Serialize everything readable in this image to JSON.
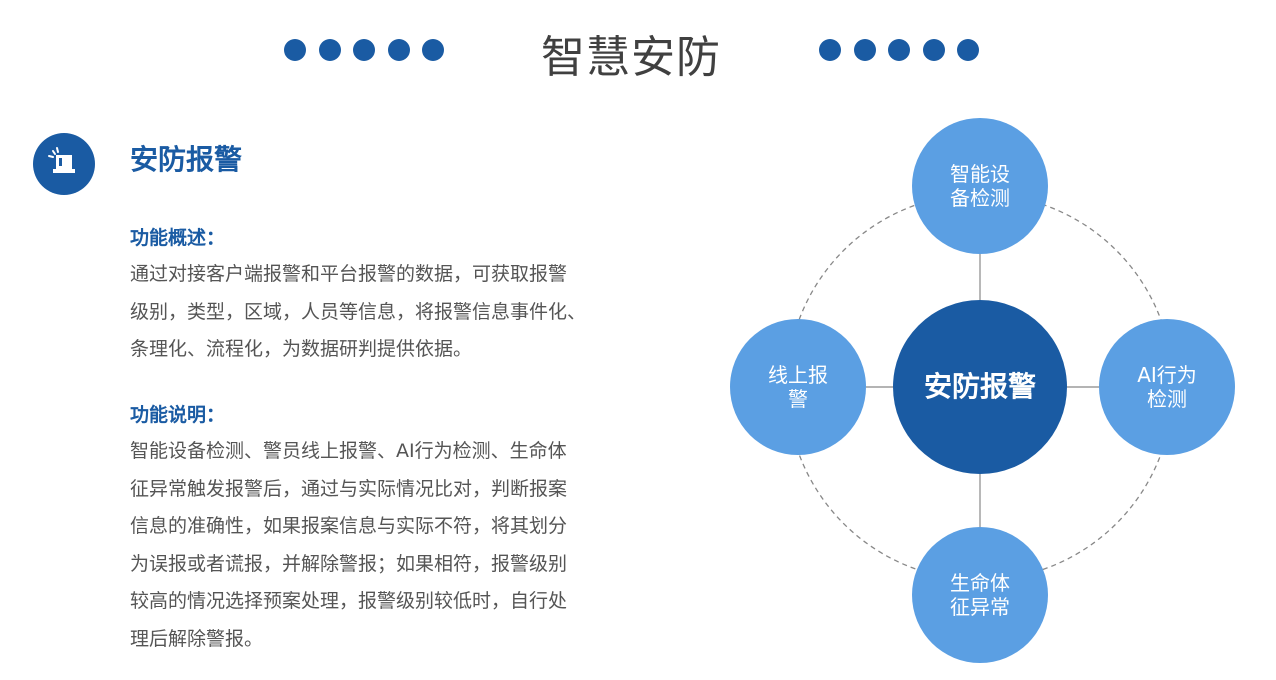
{
  "header": {
    "title": "智慧安防"
  },
  "section": {
    "icon": "alarm-siren-icon",
    "title": "安防报警",
    "overview_heading": "功能概述：",
    "overview_lines": [
      "通过对接客户端报警和平台报警的数据，可获取报警",
      "级别，类型，区域，人员等信息，将报警信息事件化、",
      "条理化、流程化，为数据研判提供依据。"
    ],
    "description_heading": "功能说明：",
    "description_lines": [
      "智能设备检测、警员线上报警、AI行为检测、生命体",
      "征异常触发报警后，通过与实际情况比对，判断报案",
      "信息的准确性，如果报案信息与实际不符，将其划分",
      "为误报或者谎报，并解除警报；如果相符，报警级别",
      "较高的情况选择预案处理，报警级别较低时，自行处",
      "理后解除警报。"
    ]
  },
  "diagram": {
    "center": "安防报警",
    "top": "智能设备检测",
    "left": "线上报警",
    "right": "AI行为检测",
    "bottom": "生命体征异常"
  },
  "colors": {
    "primary": "#1a5ba3",
    "satellite": "#5b9fe3",
    "text": "#555555",
    "title": "#404040"
  }
}
